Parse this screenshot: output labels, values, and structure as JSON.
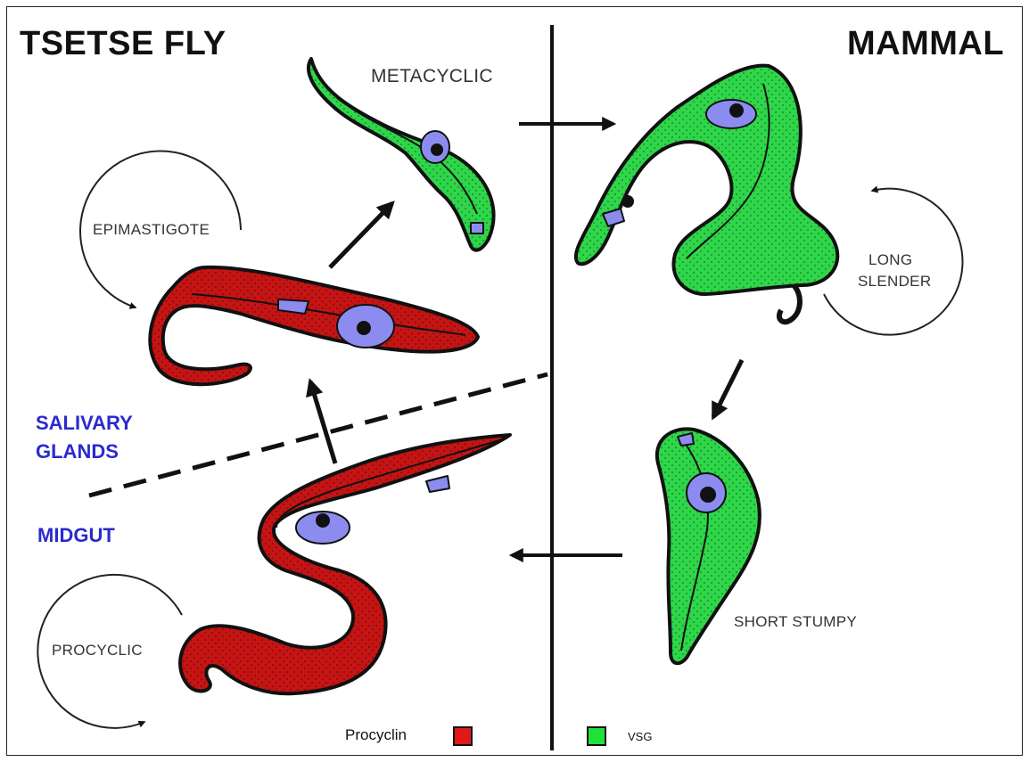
{
  "titles": {
    "left": "TSETSE FLY",
    "right": "MAMMAL"
  },
  "stages": {
    "metacyclic": "METACYCLIC",
    "epimastigote": "EPIMASTIGOTE",
    "long_slender_line1": "LONG",
    "long_slender_line2": "SLENDER",
    "short_stumpy": "SHORT STUMPY",
    "procyclic": "PROCYCLIC"
  },
  "regions": {
    "salivary_line1": "SALIVARY",
    "salivary_line2": "GLANDS",
    "midgut": "MIDGUT",
    "color": "#2a2acf"
  },
  "legend": {
    "procyclin_label": "Procyclin",
    "procyclin_color": "#e01a1a",
    "vsg_label": "VSG",
    "vsg_color": "#22e03a"
  },
  "palette": {
    "red_body": "#c41414",
    "red_dark": "#6a0808",
    "green_body": "#2fd64a",
    "green_dark": "#0d5e1a",
    "nucleus": "#8c8cf0",
    "outline": "#111111"
  }
}
